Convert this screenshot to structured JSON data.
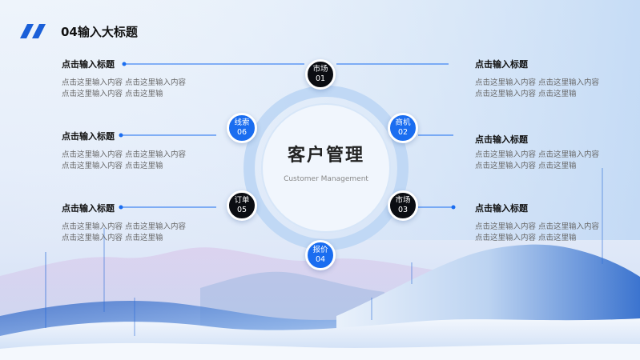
{
  "slide": {
    "title": "04输入大标题"
  },
  "center": {
    "title": "客户管理",
    "subtitle": "Customer Management"
  },
  "nodes": [
    {
      "label": "市场",
      "number": "01"
    },
    {
      "label": "商机",
      "number": "02"
    },
    {
      "label": "市场",
      "number": "03"
    },
    {
      "label": "报价",
      "number": "04"
    },
    {
      "label": "订单",
      "number": "05"
    },
    {
      "label": "线索",
      "number": "06"
    }
  ],
  "items": [
    {
      "title": "点击输入标题",
      "desc": "点击这里输入内容 点击这里输入内容 点击这里输入内容 点击这里输"
    },
    {
      "title": "点击输入标题",
      "desc": "点击这里输入内容 点击这里输入内容 点击这里输入内容 点击这里输"
    },
    {
      "title": "点击输入标题",
      "desc": "点击这里输入内容 点击这里输入内容 点击这里输入内容 点击这里输"
    },
    {
      "title": "点击输入标题",
      "desc": "点击这里输入内容 点击这里输入内容 点击这里输入内容 点击这里输"
    },
    {
      "title": "点击输入标题",
      "desc": "点击这里输入内容 点击这里输入内容 点击这里输入内容 点击这里输"
    },
    {
      "title": "点击输入标题",
      "desc": "点击这里输入内容 点击这里输入内容 点击这里输入内容 点击这里输"
    }
  ],
  "colors": {
    "accent": "#1a6df0",
    "node_dark": "#0b0d12",
    "ring": "#bcd6f4"
  }
}
